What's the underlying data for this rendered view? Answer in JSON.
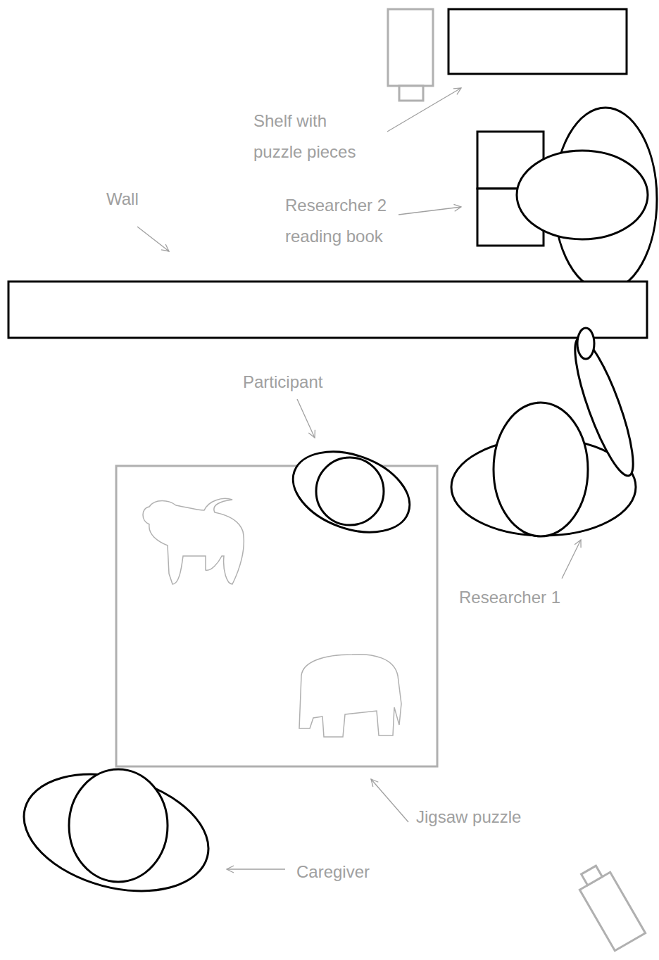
{
  "diagram": {
    "labels": [
      "Shelf with puzzle pieces",
      "Wall",
      "Researcher 2 reading book",
      "Participant",
      "Researcher 1",
      "Jigsaw puzzle",
      "Caregiver"
    ]
  }
}
